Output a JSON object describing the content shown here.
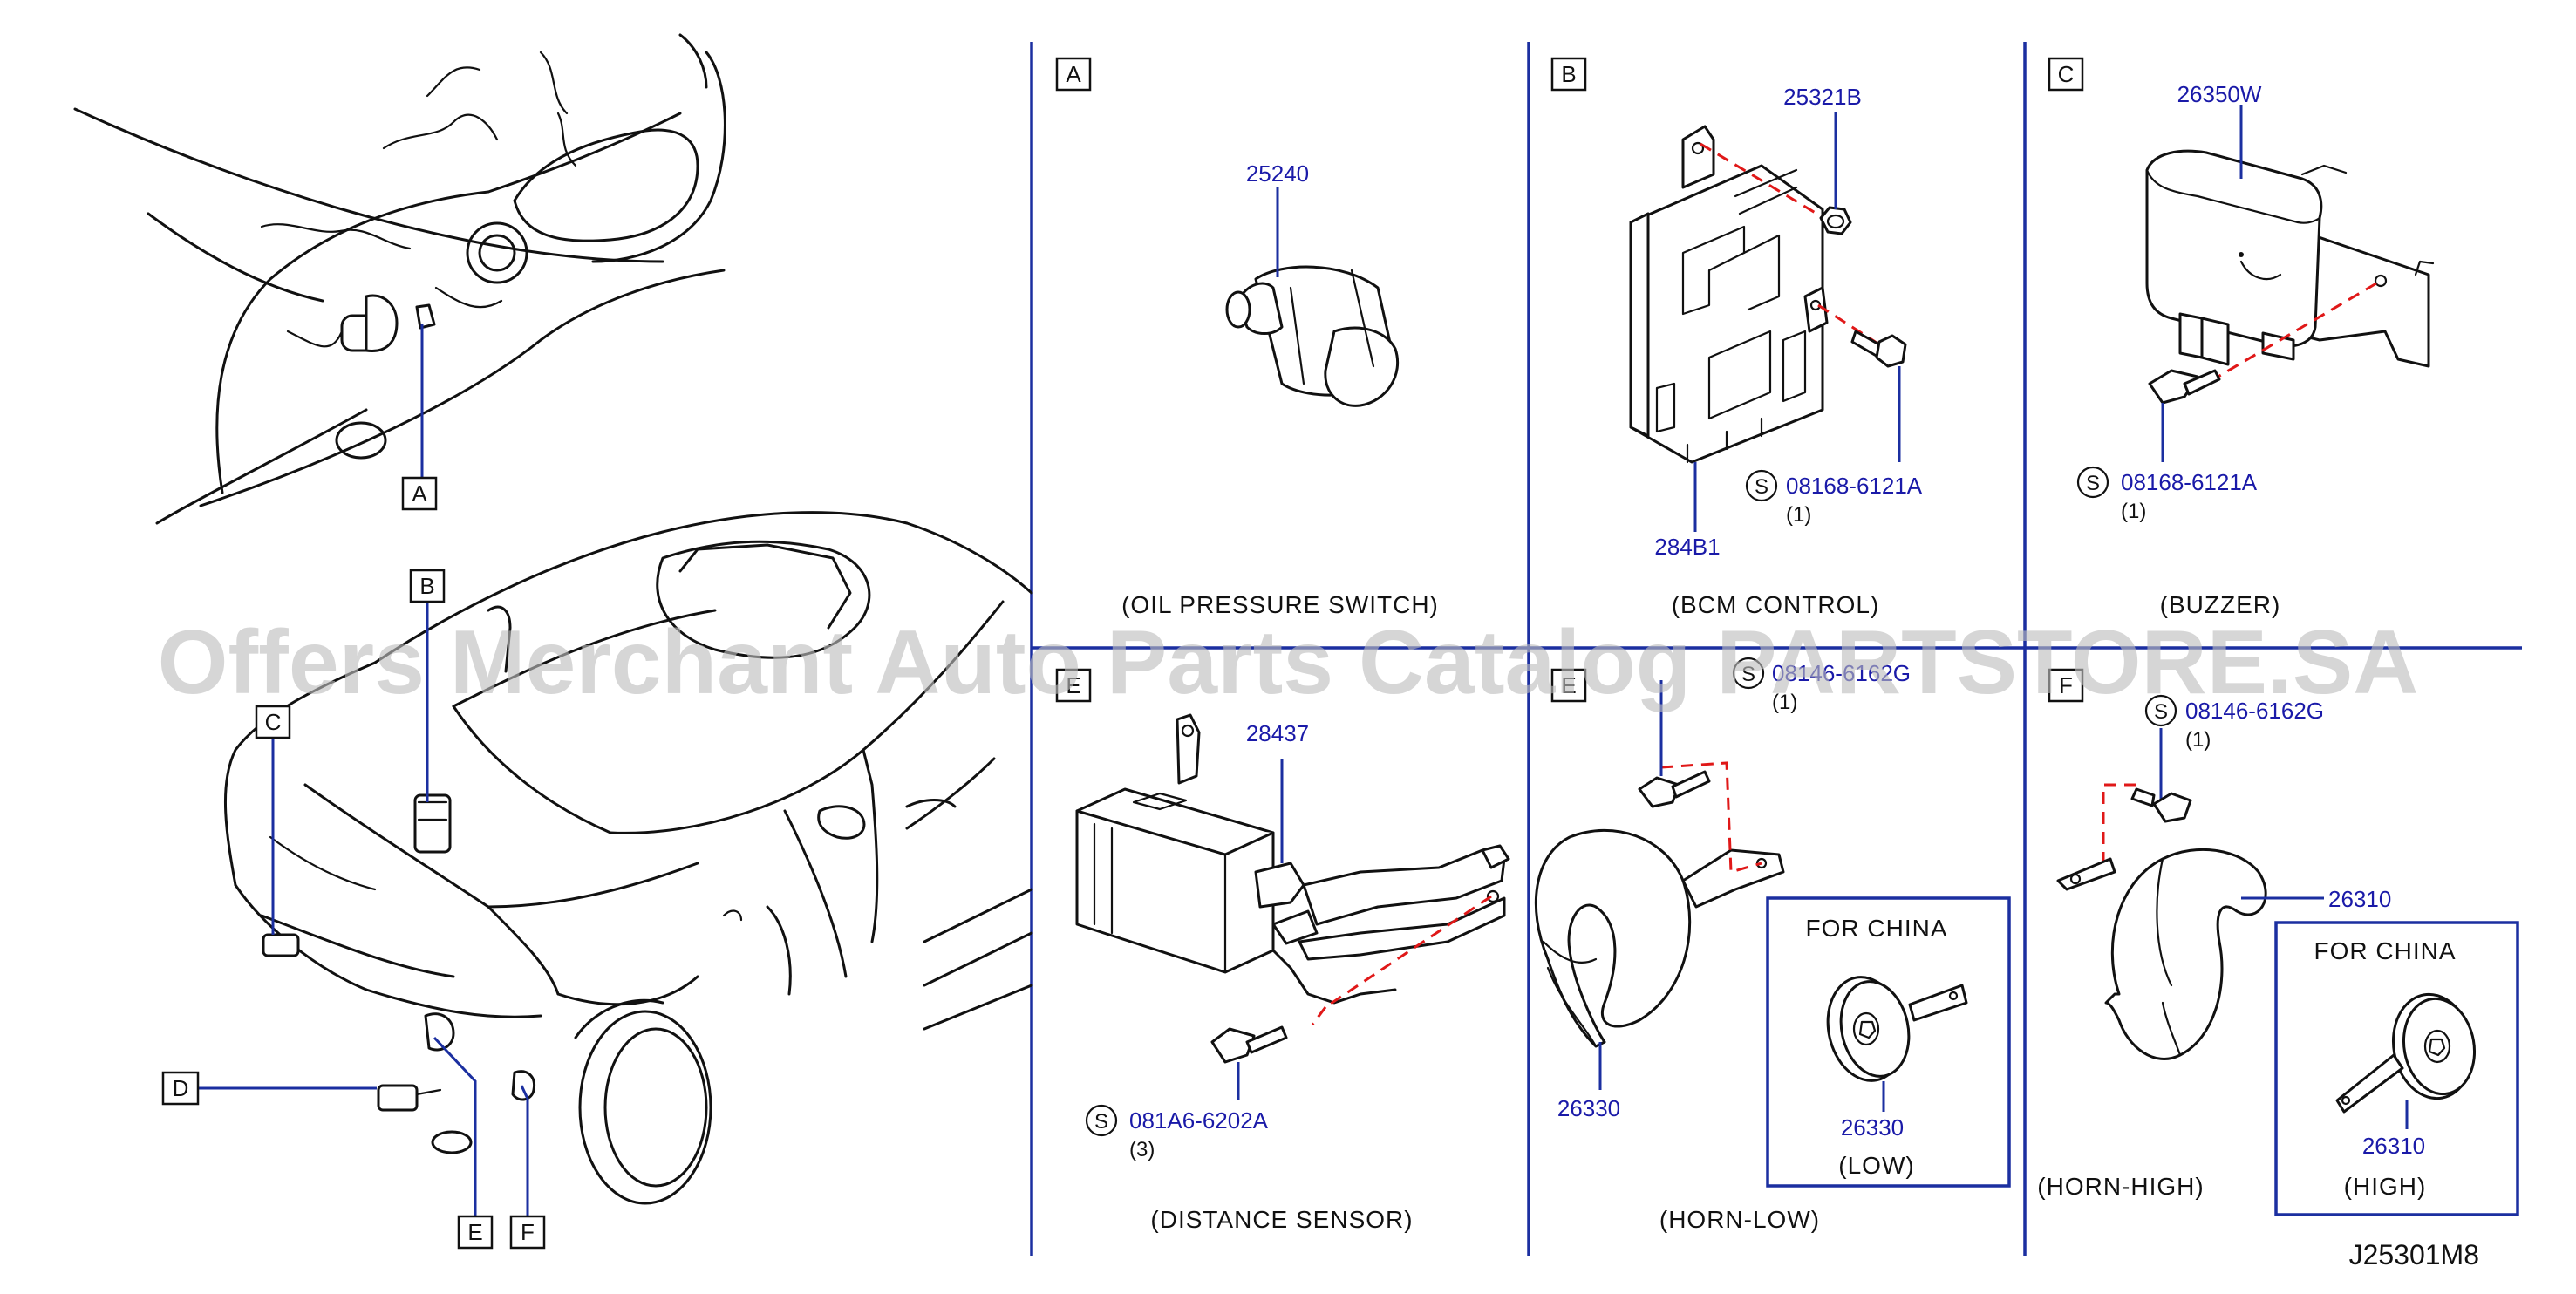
{
  "watermark": "Offers Merchant Auto Parts Catalog PARTSTORE.SA",
  "diagram_ref": "J25301M8",
  "locator_letters": [
    "A",
    "B",
    "C",
    "D",
    "E",
    "F"
  ],
  "panels": {
    "A": {
      "box": "A",
      "caption": "(OIL PRESSURE SWITCH)",
      "parts": [
        "25240"
      ]
    },
    "B": {
      "box": "B",
      "caption": "(BCM CONTROL)",
      "parts": [
        "25321B",
        "284B1",
        "08168-6121A"
      ],
      "bolt_symbol": "S",
      "bolt_qty": "(1)"
    },
    "C": {
      "box": "C",
      "caption": "(BUZZER)",
      "parts": [
        "26350W",
        "08168-6121A"
      ],
      "bolt_symbol": "S",
      "bolt_qty": "(1)"
    },
    "D": {
      "box": "E",
      "caption": "(DISTANCE SENSOR)",
      "parts": [
        "28437",
        "081A6-6202A"
      ],
      "bolt_symbol": "S",
      "bolt_qty": "(3)"
    },
    "E": {
      "box": "E",
      "caption": "(HORN-LOW)",
      "parts": [
        "26330",
        "08146-6162G"
      ],
      "bolt_symbol": "S",
      "bolt_qty": "(1)",
      "inset": {
        "label": "FOR CHINA",
        "part": "26330",
        "caption": "(LOW)"
      }
    },
    "F": {
      "box": "F",
      "caption": "(HORN-HIGH)",
      "parts": [
        "26310",
        "08146-6162G"
      ],
      "bolt_symbol": "S",
      "bolt_qty": "(1)",
      "inset": {
        "label": "FOR CHINA",
        "part": "26310",
        "caption": "(HIGH)"
      }
    }
  },
  "colors": {
    "part_number": "#1a1aa8",
    "divider": "#1b2fa0",
    "leader_dashed": "#e01818",
    "watermark": "#bdbdbd"
  }
}
